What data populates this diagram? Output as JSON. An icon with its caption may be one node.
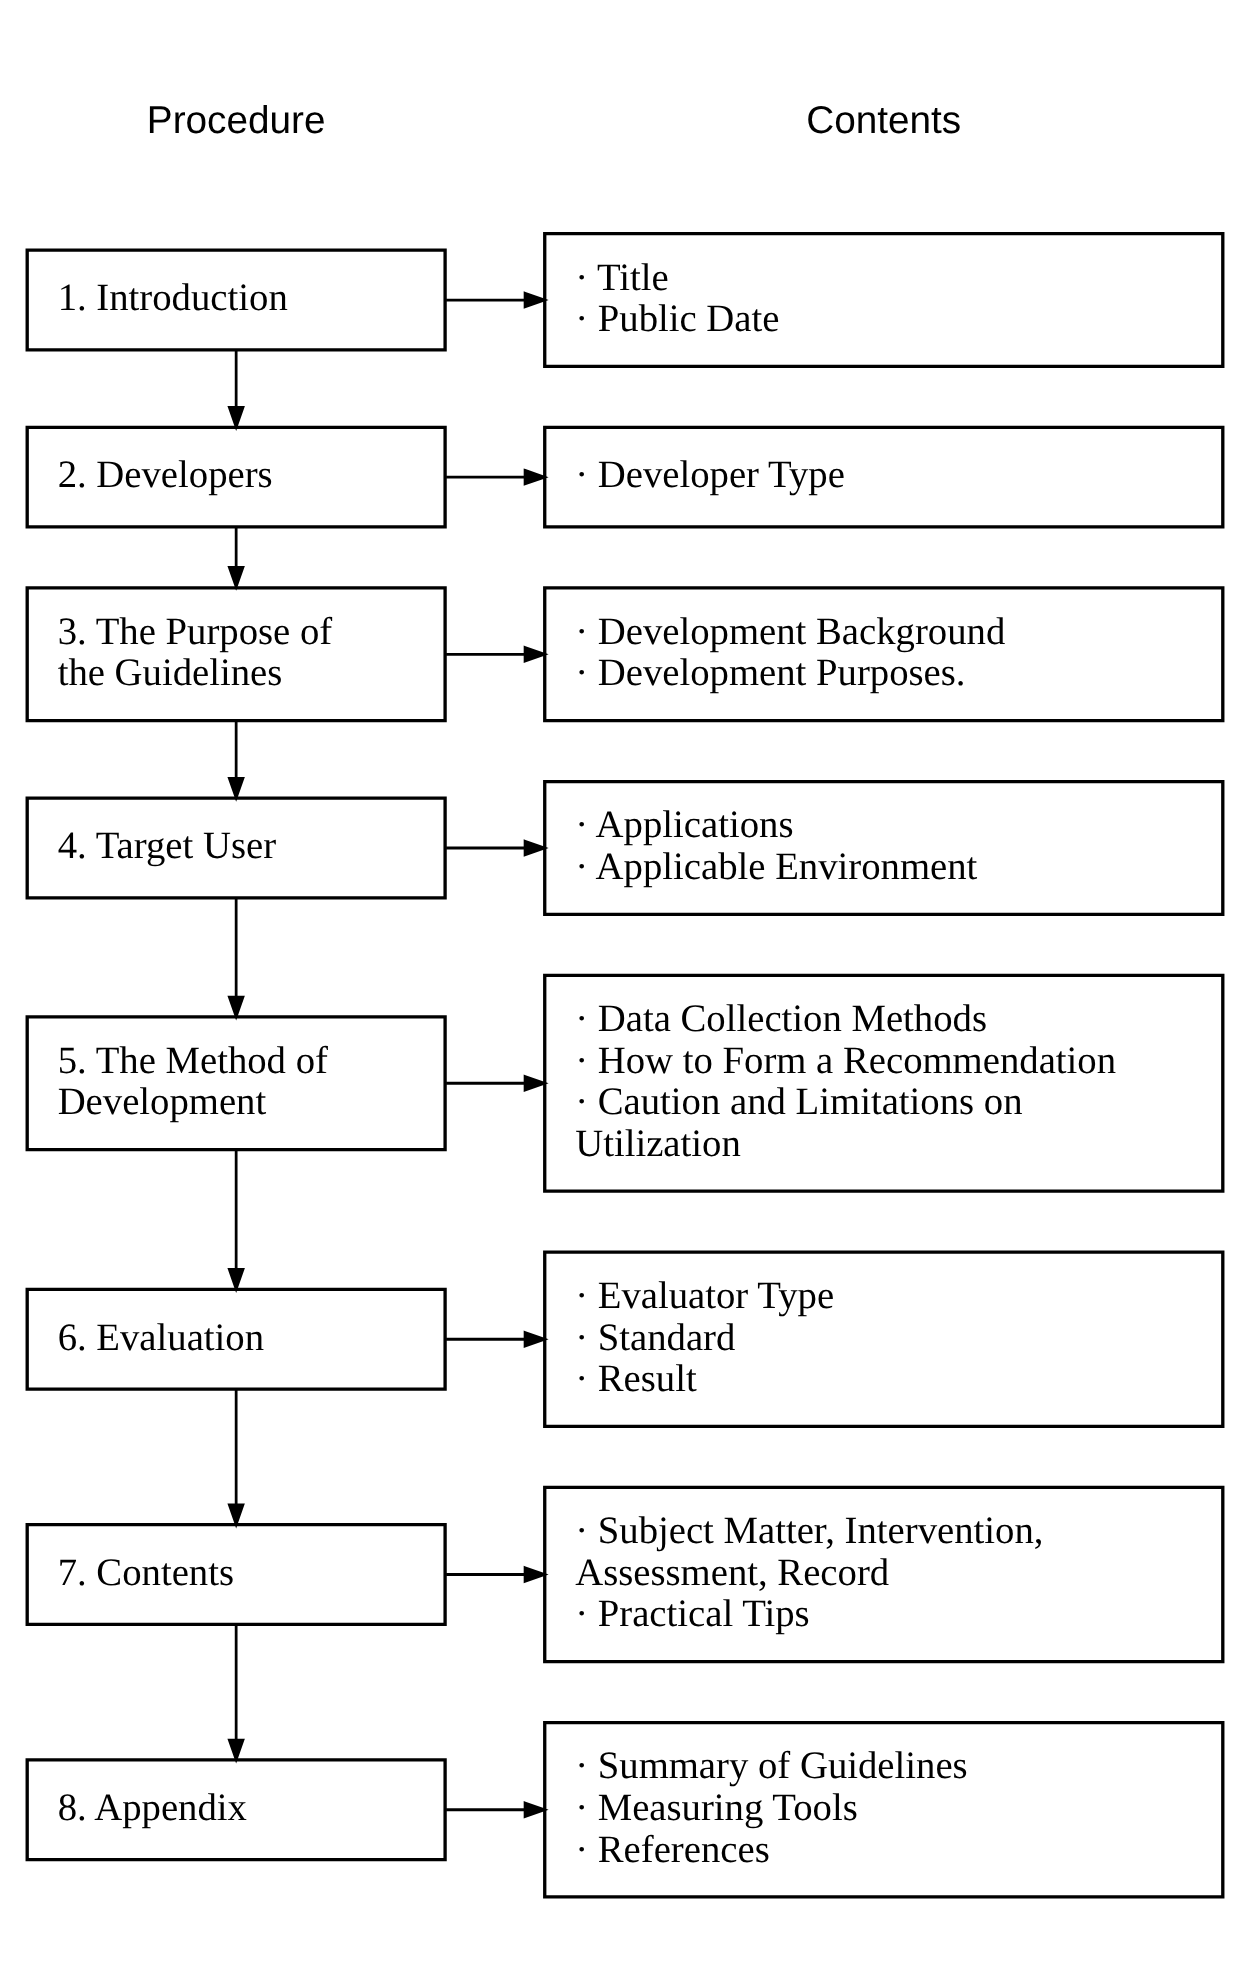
{
  "diagram": {
    "nodes": [
      {
        "text": [
          "1. Introduction"
        ]
      },
      {
        "text": [
          "· Title",
          "· Public Date"
        ]
      },
      {
        "text": [
          "2. Developers"
        ]
      },
      {
        "text": [
          "· Developer Type"
        ]
      },
      {
        "text": [
          "3. The Purpose of the Guidelines"
        ]
      },
      {
        "text": [
          "· Development Background",
          "· Development Purposes."
        ]
      },
      {
        "text": [
          "4. Target User"
        ]
      },
      {
        "text": [
          "· Applications",
          "· Applicable Environment"
        ]
      },
      {
        "text": [
          "5. The Method of Development"
        ]
      },
      {
        "text": [
          "· Data Collection Methods",
          "· How to Form a Recommendation",
          "· Caution and Limitations on Utilization"
        ]
      },
      {
        "text": [
          "6. Evaluation"
        ]
      },
      {
        "text": [
          "· Evaluator Type",
          "· Standard",
          "· Result"
        ]
      },
      {
        "text": [
          "7. Contents"
        ]
      },
      {
        "text": [
          "· Subject Matter, Intervention, Assessment, Record",
          "· Practical Tips"
        ]
      },
      {
        "text": [
          "8. Appendix"
        ]
      },
      {
        "text": [
          "· Summary of Guidelines",
          "· Measuring Tools",
          "· References"
        ]
      }
    ],
    "edges": [
      {
        "from": 0,
        "to": 1,
        "arrow": "to"
      },
      {
        "from": 0,
        "to": 2,
        "arrow": "to"
      },
      {
        "from": 2,
        "to": 3,
        "arrow": "to"
      },
      {
        "from": 2,
        "to": 4,
        "arrow": "to"
      },
      {
        "from": 4,
        "to": 5,
        "arrow": "to"
      },
      {
        "from": 4,
        "to": 6,
        "arrow": "to"
      },
      {
        "from": 6,
        "to": 7,
        "arrow": "to"
      },
      {
        "from": 6,
        "to": 8,
        "arrow": "to"
      },
      {
        "from": 8,
        "to": 9,
        "arrow": "to"
      },
      {
        "from": 8,
        "to": 10,
        "arrow": "to"
      },
      {
        "from": 10,
        "to": 11,
        "arrow": "to"
      },
      {
        "from": 10,
        "to": 12,
        "arrow": "to"
      },
      {
        "from": 12,
        "to": 13,
        "arrow": "to"
      },
      {
        "from": 12,
        "to": 14,
        "arrow": "to"
      },
      {
        "from": 14,
        "to": 15,
        "arrow": "to"
      }
    ],
    "labels": [
      "Procedure",
      "Contents"
    ]
  }
}
